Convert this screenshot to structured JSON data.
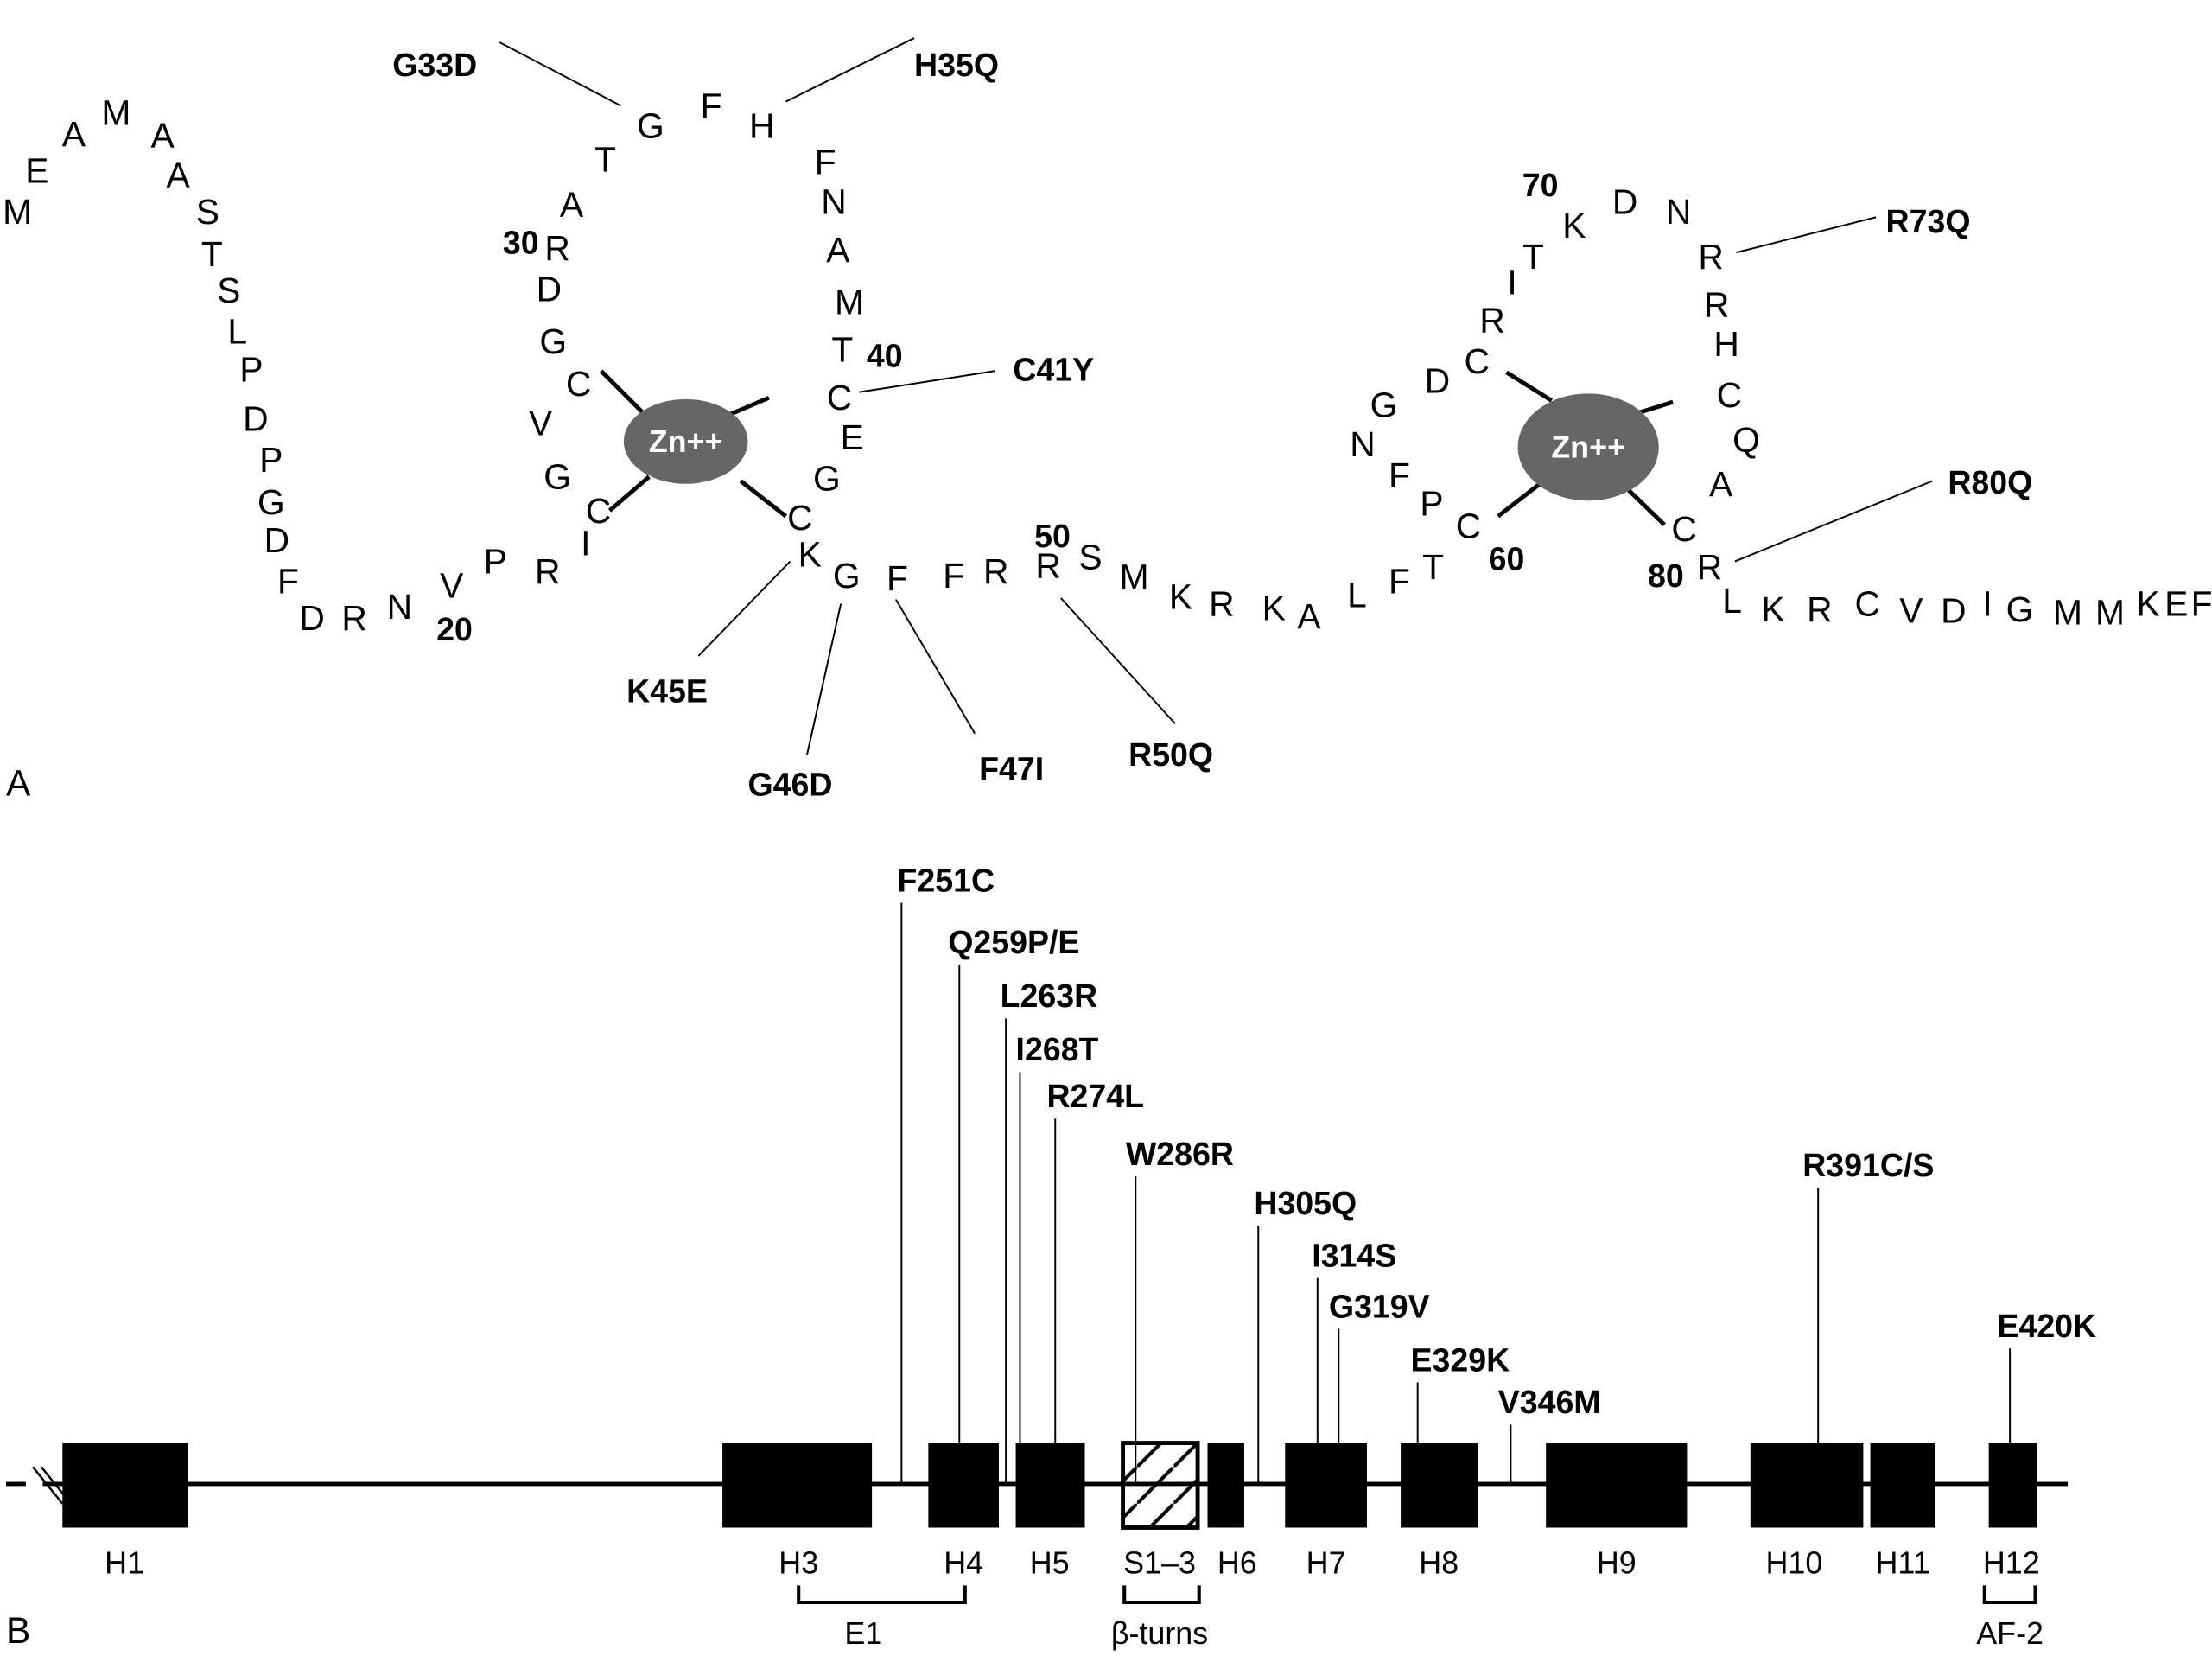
{
  "panels": {
    "a_label": "A",
    "b_label": "B"
  },
  "panel_a": {
    "sequence": [
      "M",
      "E",
      "A",
      "M",
      "A",
      "A",
      "S",
      "T",
      "S",
      "L",
      "P",
      "D",
      "P",
      "G",
      "D",
      "F",
      "D",
      "R",
      "N",
      "V",
      "P",
      "R",
      "I",
      "C",
      "G",
      "V",
      "C",
      "G",
      "D",
      "R",
      "A",
      "T",
      "G",
      "F",
      "H",
      "F",
      "N",
      "A",
      "M",
      "T",
      "C",
      "E",
      "G",
      "C",
      "K",
      "G",
      "F",
      "F",
      "R",
      "R",
      "S",
      "M",
      "K",
      "R",
      "K",
      "A",
      "L",
      "F",
      "T",
      "C",
      "P",
      "F",
      "N",
      "G",
      "D",
      "C",
      "R",
      "I",
      "T",
      "K",
      "D",
      "N",
      "R",
      "R",
      "H",
      "C",
      "Q",
      "A",
      "C",
      "R",
      "L",
      "K",
      "R",
      "C",
      "V",
      "D",
      "I",
      "G",
      "M",
      "M",
      "K",
      "E",
      "F"
    ],
    "position_numbers": [
      "20",
      "30",
      "40",
      "50",
      "60",
      "70",
      "80"
    ],
    "zinc_label": "Zn++",
    "zinc_fingers": [
      {
        "label": "Zn++",
        "coordinating_residues": [
          24,
          27,
          41,
          44
        ]
      },
      {
        "label": "Zn++",
        "coordinating_residues": [
          60,
          66,
          76,
          79
        ]
      }
    ],
    "mutations": [
      {
        "label": "G33D",
        "residue": 33
      },
      {
        "label": "H35Q",
        "residue": 35
      },
      {
        "label": "C41Y",
        "residue": 41
      },
      {
        "label": "K45E",
        "residue": 45
      },
      {
        "label": "G46D",
        "residue": 46
      },
      {
        "label": "F47I",
        "residue": 47
      },
      {
        "label": "R50Q",
        "residue": 50
      },
      {
        "label": "R73Q",
        "residue": 73
      },
      {
        "label": "R80Q",
        "residue": 80
      }
    ]
  },
  "panel_b": {
    "domains": [
      {
        "label": "H1",
        "style": "solid"
      },
      {
        "label": "H3",
        "style": "solid"
      },
      {
        "label": "H4",
        "style": "solid"
      },
      {
        "label": "H5",
        "style": "solid"
      },
      {
        "label": "S1–3",
        "style": "hatched"
      },
      {
        "label": "H6",
        "style": "solid"
      },
      {
        "label": "H7",
        "style": "solid"
      },
      {
        "label": "H8",
        "style": "solid"
      },
      {
        "label": "H9",
        "style": "solid"
      },
      {
        "label": "H10",
        "style": "solid"
      },
      {
        "label": "H11",
        "style": "solid"
      },
      {
        "label": "H12",
        "style": "solid"
      }
    ],
    "brackets": [
      {
        "label": "E1",
        "from": "H3",
        "to": "H4"
      },
      {
        "label": "β-turns",
        "from": "S1–3",
        "to": "S1–3"
      },
      {
        "label": "AF-2",
        "from": "H12",
        "to": "H12"
      }
    ],
    "mutations": [
      "F251C",
      "Q259P/E",
      "L263R",
      "I268T",
      "R274L",
      "W286R",
      "H305Q",
      "I314S",
      "G319V",
      "E329K",
      "V346M",
      "R391C/S",
      "E420K"
    ]
  }
}
